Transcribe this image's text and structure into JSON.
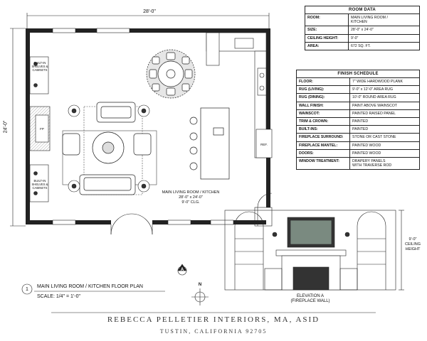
{
  "dimensions": {
    "width": "28'-0\"",
    "height": "24'-0\""
  },
  "room_data": {
    "title": "ROOM DATA",
    "rows": [
      {
        "label": "ROOM:",
        "value": "MAIN LIVING ROOM /\nKITCHEN"
      },
      {
        "label": "SIZE:",
        "value": "28'-0\" x 24'-0\""
      },
      {
        "label": "CEILING HEIGHT:",
        "value": "9'-0\""
      },
      {
        "label": "AREA:",
        "value": "672 SQ. FT."
      }
    ]
  },
  "finish_schedule": {
    "title": "FINISH SCHEDULE",
    "rows": [
      {
        "label": "FLOOR:",
        "value": "7\" WIDE HARDWOOD PLANK"
      },
      {
        "label": "RUG (LIVING):",
        "value": "9'-0\" x 12'-0\" AREA RUG"
      },
      {
        "label": "RUG (DINING):",
        "value": "10'-0\" ROUND AREA RUG"
      },
      {
        "label": "WALL FINISH:",
        "value": "PAINT ABOVE WAINSCOT"
      },
      {
        "label": "WAINSCOT:",
        "value": "PAINTED RAISED PANEL"
      },
      {
        "label": "TRIM & CROWN:",
        "value": "PAINTED"
      },
      {
        "label": "BUILT-INS:",
        "value": "PAINTED"
      },
      {
        "label": "FIREPLACE SURROUND:",
        "value": "STONE OR CAST STONE"
      },
      {
        "label": "FIREPLACE MANTEL:",
        "value": "PAINTED WOOD"
      },
      {
        "label": "DOORS:",
        "value": "PAINTED WOOD"
      },
      {
        "label": "WINDOW TREATMENT:",
        "value": "DRAPERY PANELS\nWITH TRAVERSE ROD"
      }
    ]
  },
  "plan_labels": {
    "builtin_top": "BUILT-IN\nSHELVES &\nCABINETS",
    "builtin_bottom": "BUILT-IN\nSHELVES &\nCABINETS",
    "fp": "FP",
    "ref": "REF.",
    "room_label": "MAIN LIVING ROOM / KITCHEN\n28'-0\" x 24'-0\"\n9'-0\" CLG."
  },
  "elevation": {
    "ceiling_height": "9'-0\"\nCEILING\nHEIGHT",
    "caption": "ELEVATION A\n(FIREPLACE WALL)"
  },
  "markers": {
    "section": "A",
    "north": "N"
  },
  "title_block": {
    "number": "1",
    "title": "MAIN LIVING ROOM / KITCHEN FLOOR PLAN",
    "scale": "SCALE: 1/4\" = 1'-0\""
  },
  "firm": {
    "name": "REBECCA PELLETIER INTERIORS, MA, ASID",
    "location": "TUSTIN, CALIFORNIA 92705"
  }
}
